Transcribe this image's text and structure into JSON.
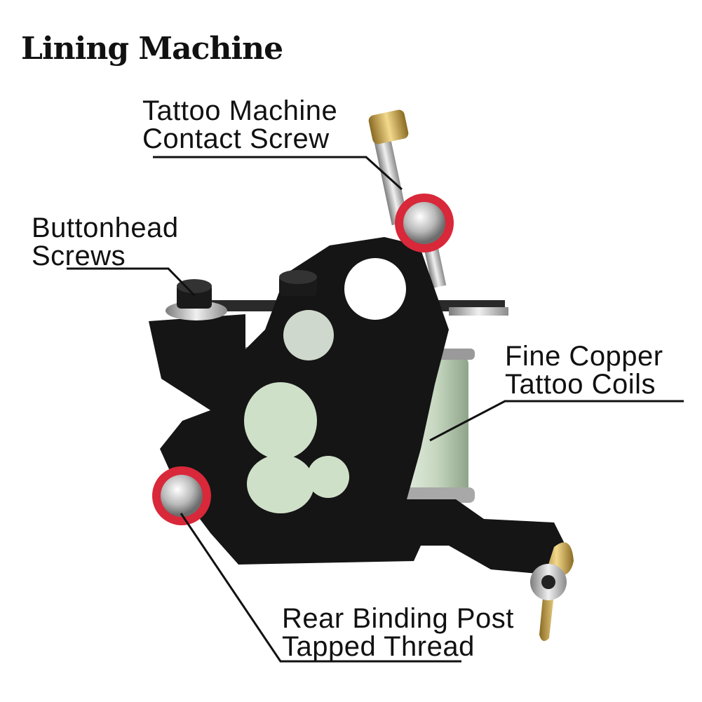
{
  "title": "Lining Machine",
  "callouts": {
    "contact_screw": {
      "line1": "Tattoo Machine",
      "line2": "Contact Screw"
    },
    "buttonhead_screws": {
      "line1": "Buttonhead",
      "line2": "Screws"
    },
    "copper_coils": {
      "line1": "Fine Copper",
      "line2": "Tattoo Coils"
    },
    "binding_post": {
      "line1": "Rear Binding Post",
      "line2": "Tapped Thread"
    }
  },
  "colors": {
    "frame": "#151515",
    "washer_red": "#d8283a",
    "steel": "#c8c8c8",
    "brass": "#c9a34a",
    "coil_paper": "#cfe0c9",
    "line": "#111111"
  },
  "icons": [
    "tattoo-machine-illustration"
  ]
}
